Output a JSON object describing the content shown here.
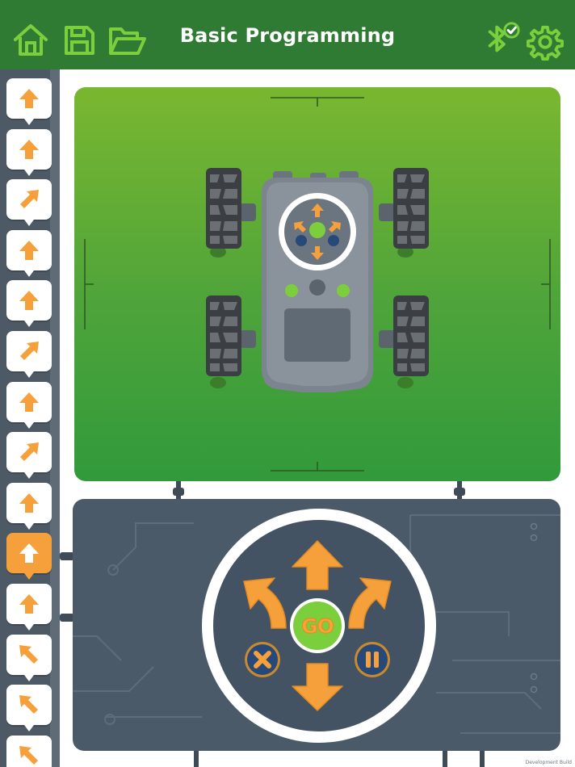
{
  "header": {
    "title": "Basic Programming",
    "buttons": [
      {
        "name": "home-icon"
      },
      {
        "name": "save-icon"
      },
      {
        "name": "open-folder-icon"
      },
      {
        "name": "bluetooth-connected-icon"
      },
      {
        "name": "gear-icon"
      }
    ]
  },
  "sequence": {
    "steps": [
      "forward",
      "forward",
      "turn-right",
      "forward",
      "forward",
      "turn-right",
      "forward",
      "turn-right",
      "forward",
      "forward",
      "forward",
      "turn-left",
      "turn-left",
      "turn-left"
    ],
    "active_index": 9
  },
  "controls": {
    "go_label": "GO",
    "buttons": [
      "forward-arrow",
      "left-turn-arrow",
      "right-turn-arrow",
      "backward-arrow",
      "clear-button",
      "pause-button",
      "go-button"
    ]
  },
  "footer": {
    "build_note": "Development Build"
  },
  "colors": {
    "header_bg": "#307b34",
    "accent_green": "#7ccf3c",
    "accent_orange": "#f5a03a",
    "board_bg": "#4a5a68",
    "rail_bg": "#4d5a66"
  }
}
